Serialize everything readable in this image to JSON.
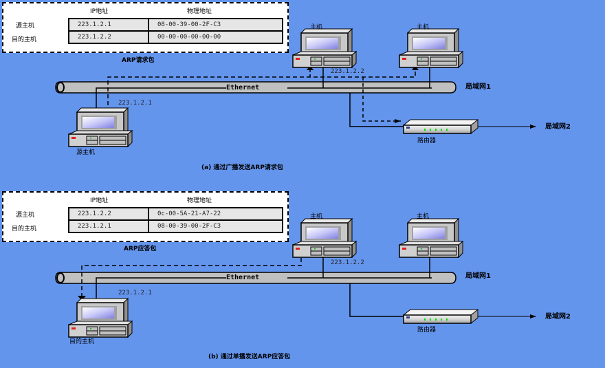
{
  "colors": {
    "background": "#6495ed",
    "bus": "#c0c0c0",
    "table_fill": "#e6e6e6",
    "led_green": "#00d000",
    "led_red": "#e02020"
  },
  "panel_a": {
    "packet": {
      "header_ip": "IP地址",
      "header_mac": "物理地址",
      "rows": [
        {
          "label": "源主机",
          "ip": "223.1.2.1",
          "mac": "08-00-39-00-2F-C3"
        },
        {
          "label": "目的主机",
          "ip": "223.1.2.2",
          "mac": "00-00-00-00-00-00"
        }
      ],
      "caption": "ARP请求包"
    },
    "source_host": {
      "label": "源主机",
      "ip": "223.1.2.1"
    },
    "host1": {
      "label": "主机",
      "ip": "223.1.2.2"
    },
    "host2": {
      "label": "主机"
    },
    "bus_label": "Ethernet",
    "lan1_label": "局域网1",
    "lan2_label": "局域网2",
    "router_label": "路由器",
    "caption": "(a) 通过广播发送ARP请求包"
  },
  "panel_b": {
    "packet": {
      "header_ip": "IP地址",
      "header_mac": "物理地址",
      "rows": [
        {
          "label": "源主机",
          "ip": "223.1.2.2",
          "mac": "0c-00-5A-21-A7-22"
        },
        {
          "label": "目的主机",
          "ip": "223.1.2.1",
          "mac": "08-00-39-00-2F-C3"
        }
      ],
      "caption": "ARP应答包"
    },
    "dest_host": {
      "label": "目的主机",
      "ip": "223.1.2.1"
    },
    "host1": {
      "label": "主机",
      "ip": "223.1.2.2"
    },
    "host2": {
      "label": "主机"
    },
    "bus_label": "Ethernet",
    "lan1_label": "局域网1",
    "lan2_label": "局域网2",
    "router_label": "路由器",
    "caption": "(b) 通过单播发送ARP应答包"
  }
}
